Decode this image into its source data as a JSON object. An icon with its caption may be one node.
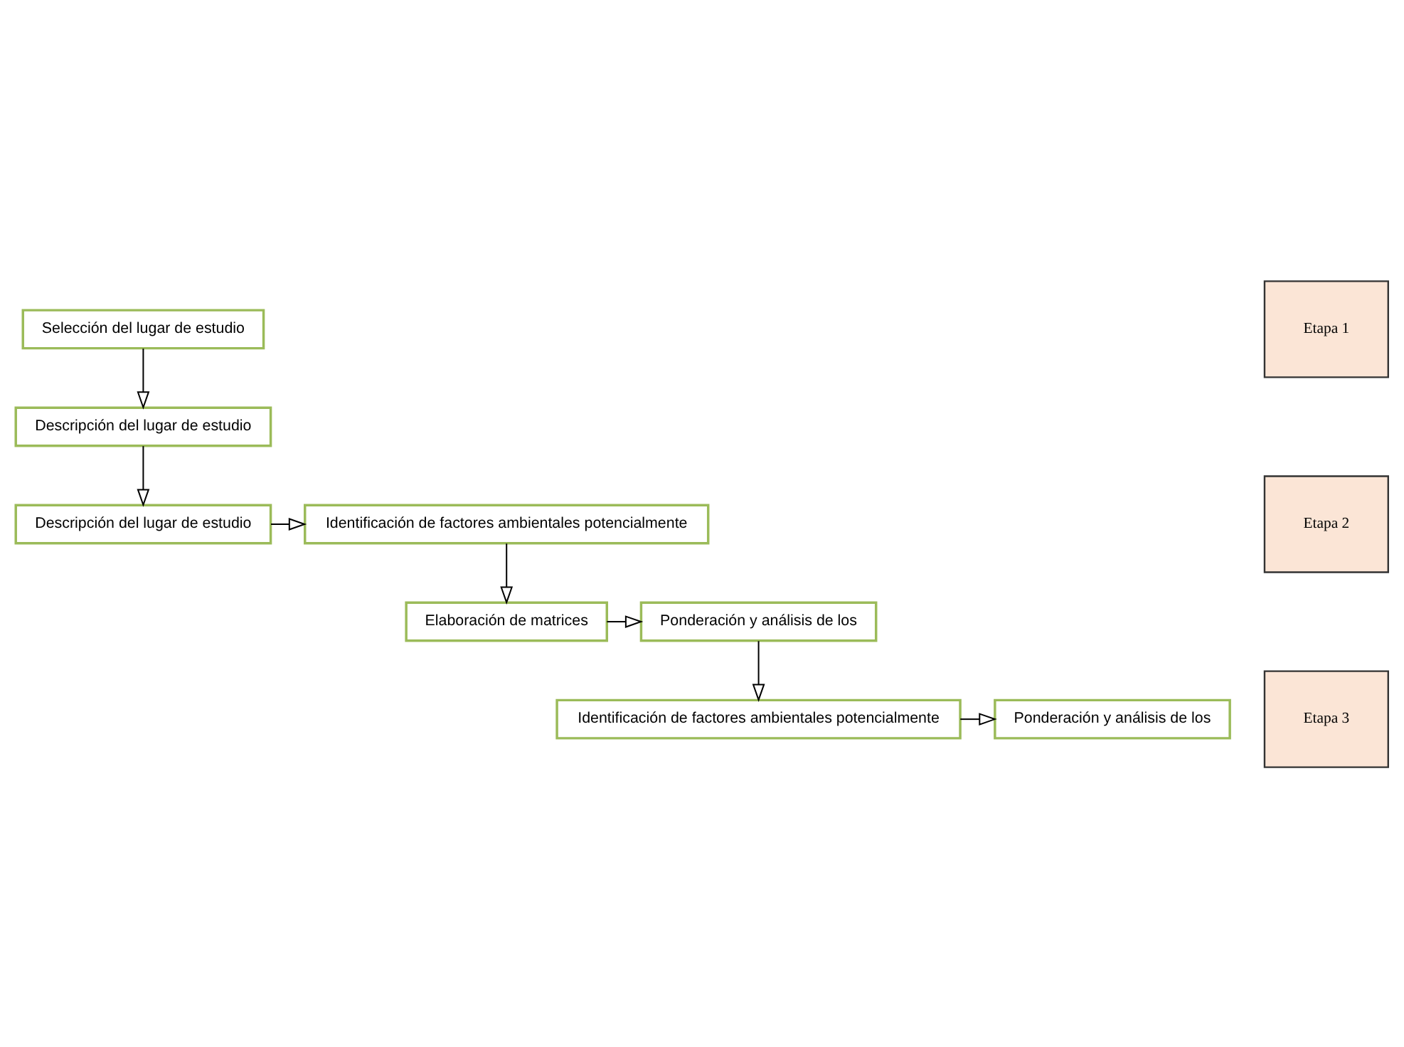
{
  "diagram": {
    "nodes": [
      {
        "text": [
          "Selección del lugar de estudio"
        ]
      },
      {
        "text": [
          "Descripción del lugar de estudio"
        ]
      },
      {
        "text": [
          "Descripción del lugar de estudio"
        ]
      },
      {
        "text": [
          "Identificación de factores ambientales potencialmente"
        ]
      },
      {
        "text": [
          "Elaboración de matrices"
        ]
      },
      {
        "text": [
          "Ponderación y análisis de los"
        ]
      },
      {
        "text": [
          "Identificación de factores ambientales potencialmente"
        ]
      },
      {
        "text": [
          "Ponderación y análisis de los"
        ]
      },
      {
        "text": [
          "Etapa 1"
        ]
      },
      {
        "text": [
          "Etapa 2"
        ]
      },
      {
        "text": [
          "Etapa 3"
        ]
      }
    ],
    "edges": [
      {
        "from": 0,
        "to": 1,
        "arrow": "to"
      },
      {
        "from": 1,
        "to": 2,
        "arrow": "to"
      },
      {
        "from": 2,
        "to": 3,
        "arrow": "to"
      },
      {
        "from": 3,
        "to": 4,
        "arrow": "to"
      },
      {
        "from": 4,
        "to": 5,
        "arrow": "to"
      },
      {
        "from": 5,
        "to": 6,
        "arrow": "to"
      },
      {
        "from": 6,
        "to": 7,
        "arrow": "to"
      }
    ]
  }
}
